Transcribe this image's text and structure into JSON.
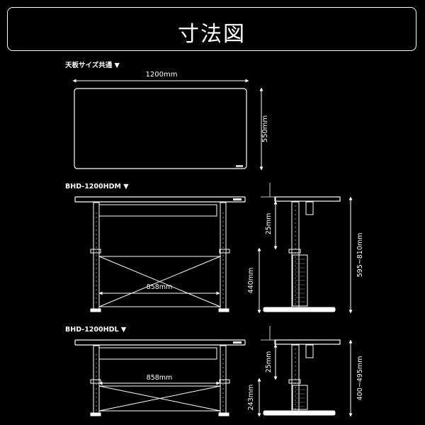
{
  "banner": {
    "title": "寸法図"
  },
  "sections": {
    "top_board": {
      "label": "天板サイズ共通 ▼",
      "width": "1200mm",
      "depth": "550mm"
    },
    "hdm": {
      "label": "BHD-1200HDM ▼",
      "inner_width": "858mm",
      "frame_gap": "25mm",
      "lower_height": "440mm",
      "total_height": "595~810mm"
    },
    "hdl": {
      "label": "BHD-1200HDL ▼",
      "inner_width": "858mm",
      "frame_gap": "25mm",
      "lower_height": "243mm",
      "total_height": "400~495mm"
    }
  }
}
